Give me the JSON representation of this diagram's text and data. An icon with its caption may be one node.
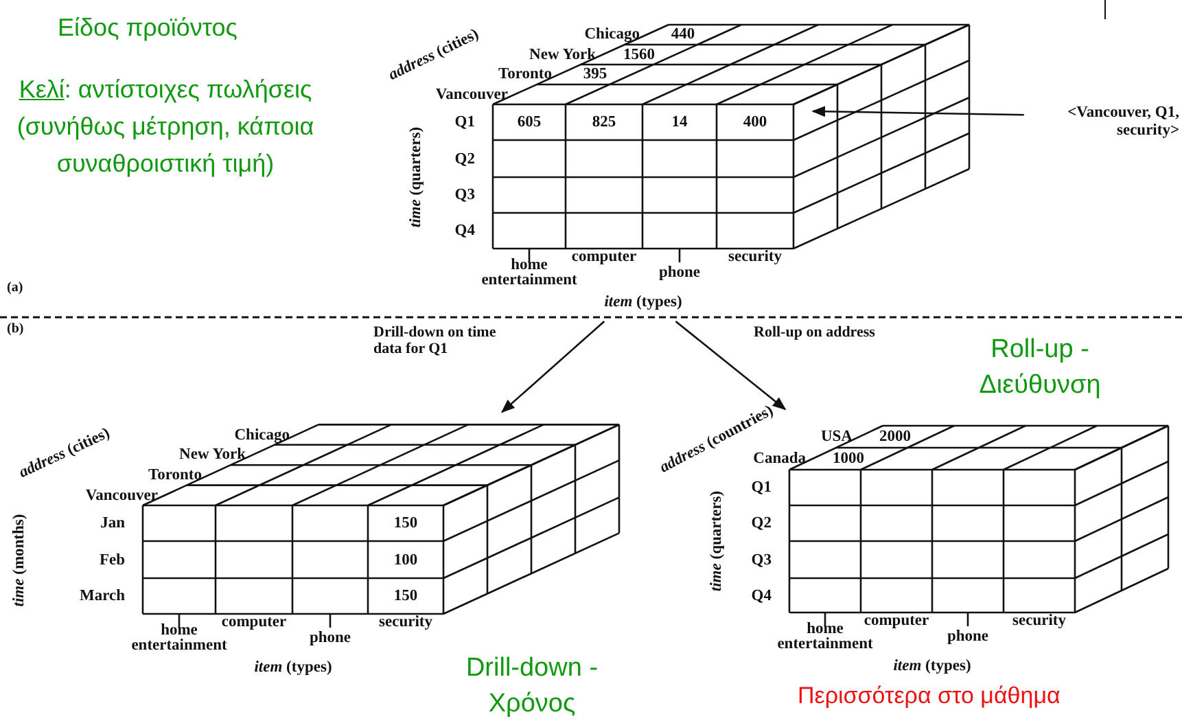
{
  "diagram": {
    "nodes": [
      {
        "text": [
          "*address* (cities)",
          "Chicago",
          "440",
          "New York",
          "1560",
          "Toronto",
          "395",
          "Vancouver",
          "Q1",
          "605",
          "825",
          "14",
          "400",
          "Q2",
          "Q3",
          "Q4",
          "*time* (quarters)",
          "home entertainment",
          "computer",
          "phone",
          "security",
          "*item* (types)"
        ]
      },
      {
        "text": [
          "*address* (cities)",
          "Chicago",
          "New York",
          "Toronto",
          "Vancouver",
          "*time* (months)",
          "Jan",
          "150",
          "Feb",
          "100",
          "March",
          "150",
          "home entertainment",
          "computer",
          "phone",
          "security",
          "*item* (types)"
        ]
      },
      {
        "text": [
          "*address* (countries)",
          "USA",
          "2000",
          "Canada",
          "1000",
          "Q1",
          "Q2",
          "Q3",
          "Q4",
          "*time* (quarters)",
          "home entertainment",
          "computer",
          "phone",
          "security",
          "*item* (types)"
        ]
      },
      {
        "text": [
          "<Vancouver, Q1, security>"
        ]
      }
    ],
    "edges": [
      {
        "from": 0,
        "to": 1,
        "arrow": "to",
        "label": "Drill-down on time data for Q1"
      },
      {
        "from": 0,
        "to": 2,
        "arrow": "to",
        "label": "Roll-up on address"
      },
      {
        "from": 3,
        "to": 0,
        "arrow": "to"
      }
    ],
    "labels": [
      "Είδος προϊόντος",
      "Κελί: αντίστοιχες πωλήσεις (συνήθως μέτρηση, κάποια συναθροιστική τιμή)",
      "(a)",
      "(b)",
      "Roll-up - Διεύθυνση",
      "Drill-down - Χρόνος",
      "Περισσότερα στο μάθημα"
    ]
  }
}
